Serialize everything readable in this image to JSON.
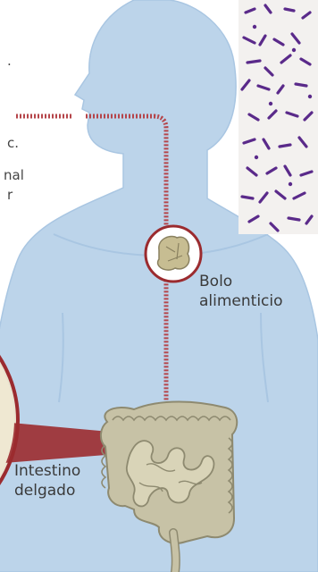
{
  "labels": {
    "bolo": [
      "Bolo",
      "alimenticio"
    ],
    "intestino": [
      "Intestino",
      "delgado"
    ]
  },
  "fragments": {
    "line_a": ".",
    "line_b": "c.",
    "line_c": "nal",
    "line_d": "r"
  },
  "colors": {
    "body": "#bcd4ea",
    "body_edge": "#a9c6e2",
    "accent": "#9b2b2f",
    "dots": "#b5454a",
    "intestine": "#c7c2a6",
    "intestine_edge": "#8e8a70",
    "bacteria": "#5a2a8a"
  }
}
